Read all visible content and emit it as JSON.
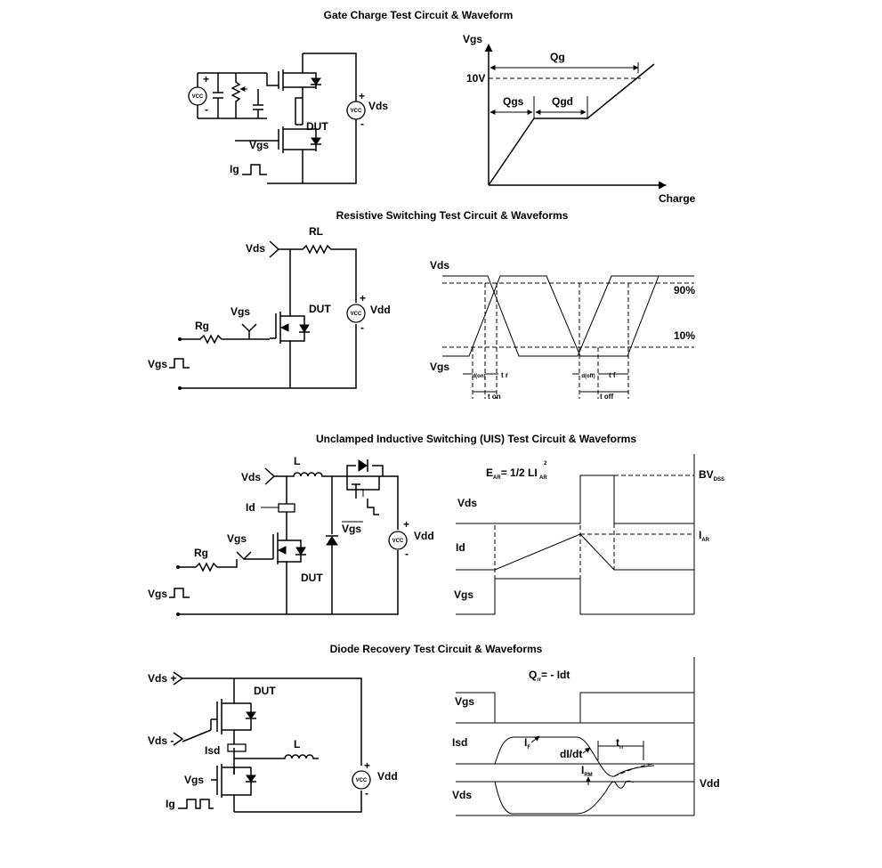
{
  "titles": {
    "gate_charge": "Gate Charge Test Circuit & Waveform",
    "resistive": "Resistive Switching Test Circuit & Waveforms",
    "uis": "Unclamped Inductive Switching (UIS) Test Circuit & Waveforms",
    "diode": "Diode Recovery Test Circuit & Waveforms"
  },
  "gate_charge": {
    "circuit": {
      "vcc": "VCC",
      "plus": "+",
      "minus": "-",
      "vds": "Vds",
      "dut": "DUT",
      "vgs": "Vgs",
      "ig": "Ig"
    },
    "waveform": {
      "y_axis": "Vgs",
      "x_axis": "Charge",
      "level": "10V",
      "qg": "Qg",
      "qgs": "Qgs",
      "qgd": "Qgd"
    }
  },
  "resistive": {
    "circuit": {
      "vds": "Vds",
      "rl": "RL",
      "vgs": "Vgs",
      "dut": "DUT",
      "rg": "Rg",
      "vcc": "VCC",
      "vdd": "Vdd",
      "plus": "+",
      "minus": "-",
      "vgs_pulse": "Vgs"
    },
    "waveform": {
      "vds": "Vds",
      "vgs": "Vgs",
      "p90": "90%",
      "p10": "10%",
      "td_on": "d(on)",
      "tr": "t r",
      "ton": "t on",
      "td_off": "d(off)",
      "tf": "t f",
      "toff": "t off"
    }
  },
  "uis": {
    "circuit": {
      "vds": "Vds",
      "l": "L",
      "id": "Id",
      "vgs": "Vgs",
      "rg": "Rg",
      "dut": "DUT",
      "vgs_bar": "Vgs",
      "vcc": "VCC",
      "vdd": "Vdd",
      "plus": "+",
      "minus": "-",
      "vgs_pulse": "Vgs"
    },
    "waveform": {
      "ear_main": "E",
      "ear_sub": "AR",
      "ear_eq": "= 1/2 LI",
      "ear_sup": "2",
      "ear_sub2": "AR",
      "bvdss": "BV",
      "bvdss_sub": "DSS",
      "iar": "I",
      "iar_sub": "AR",
      "vds": "Vds",
      "id": "Id",
      "vgs": "Vgs"
    }
  },
  "diode": {
    "circuit": {
      "vds_plus": "Vds +",
      "dut": "DUT",
      "vds_minus": "Vds -",
      "isd": "Isd",
      "l": "L",
      "vgs": "Vgs",
      "ig": "Ig",
      "vcc": "VCC",
      "vdd": "Vdd",
      "plus": "+",
      "minus": "-"
    },
    "waveform": {
      "qrr": "Q",
      "qrr_sub": "rr",
      "qrr_eq": "= - Idt",
      "vgs": "Vgs",
      "isd": "Isd",
      "vds": "Vds",
      "vdd": "Vdd",
      "if": "I",
      "if_sub": "F",
      "didt": "dI/dt",
      "trr": "t",
      "trr_sub": "rr",
      "irm": "I",
      "irm_sub": "RM"
    }
  }
}
